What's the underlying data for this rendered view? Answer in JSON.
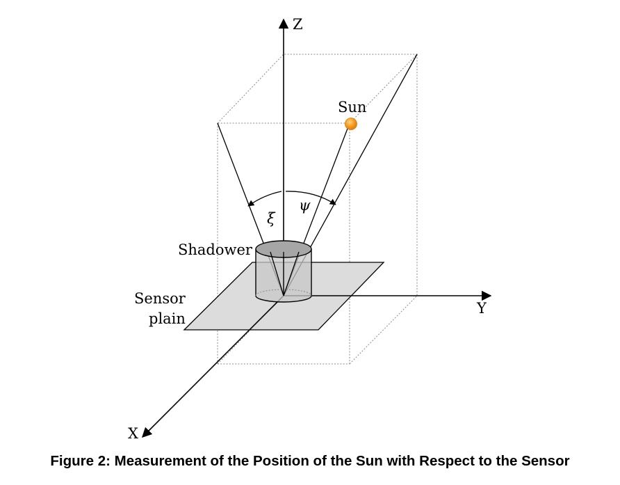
{
  "diagram": {
    "axes": {
      "z_label": "Z",
      "y_label": "Y",
      "x_label": "X"
    },
    "labels": {
      "sun": "Sun",
      "shadower": "Shadower",
      "sensor_line1": "Sensor",
      "sensor_line2": "plain"
    },
    "angles": {
      "xi": "ξ",
      "psi": "ψ"
    },
    "colors": {
      "sun_fill": "#f39a1e",
      "sensor_plane_fill": "#dcdcdc",
      "shadower_fill": "#c8c8c8",
      "shadower_top_fill": "#a6a6a6"
    }
  },
  "caption": "Figure 2: Measurement of the Position of the Sun with Respect to the Sensor"
}
